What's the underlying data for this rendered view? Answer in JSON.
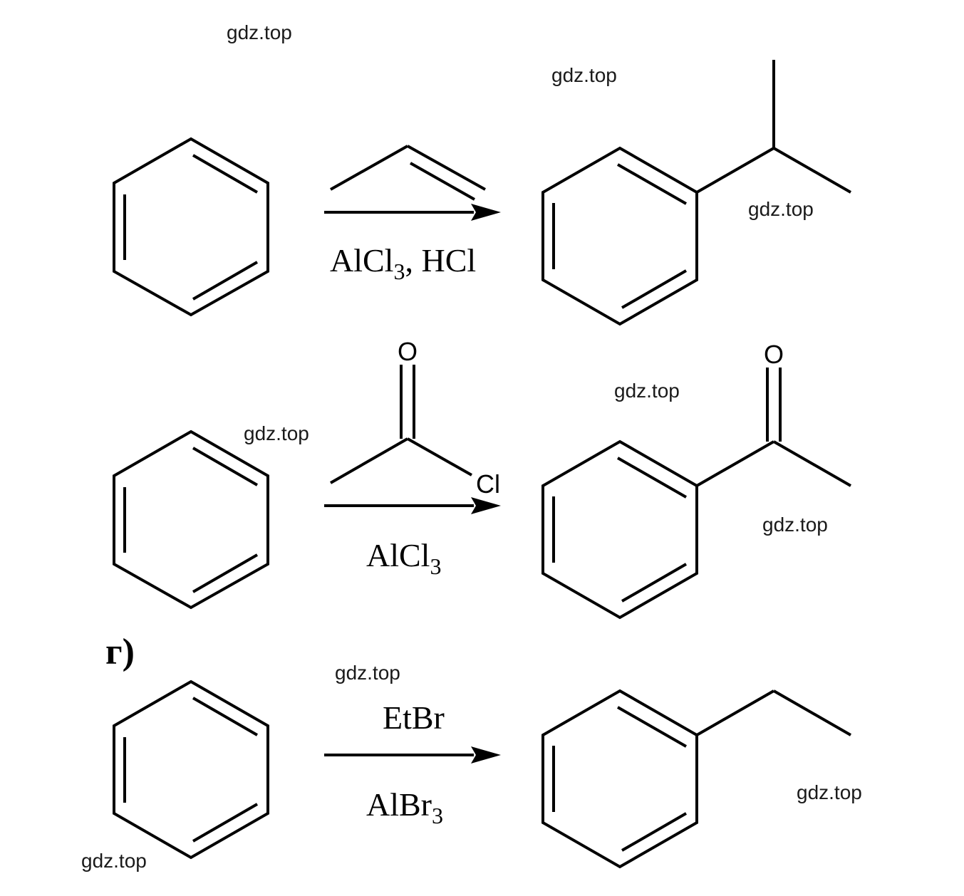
{
  "watermark": "gdz.top",
  "part_label": "г)",
  "reactions": [
    {
      "reagent_above": "",
      "reagent_below": {
        "main": "AlCl",
        "sub": "3",
        "rest": ", HCl"
      }
    },
    {
      "reagent_above": "",
      "reagent_below": {
        "main": "AlCl",
        "sub": "3",
        "rest": ""
      },
      "atoms": {
        "oxygen_reagent": "O",
        "chlorine": "Cl",
        "oxygen_product": "O"
      }
    },
    {
      "reagent_above": "EtBr",
      "reagent_below": {
        "main": "AlBr",
        "sub": "3",
        "rest": ""
      }
    }
  ]
}
